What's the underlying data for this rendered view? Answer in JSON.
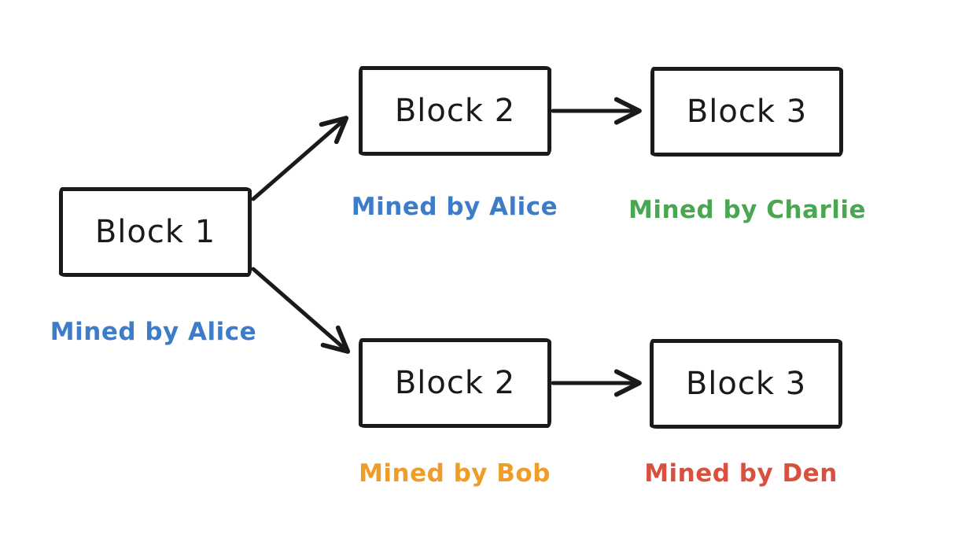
{
  "colors": {
    "stroke": "#1a1a1a",
    "blue": "#3d7cc9",
    "green": "#4ba653",
    "orange": "#ef9d27",
    "red": "#d9503f"
  },
  "blocks": {
    "block1": {
      "label": "Block 1",
      "miner": "Mined by Alice",
      "miner_color": "#3d7cc9"
    },
    "top_block2": {
      "label": "Block 2",
      "miner": "Mined by Alice",
      "miner_color": "#3d7cc9"
    },
    "top_block3": {
      "label": "Block 3",
      "miner": "Mined by Charlie",
      "miner_color": "#4ba653"
    },
    "bottom_block2": {
      "label": "Block 2",
      "miner": "Mined by Bob",
      "miner_color": "#ef9d27"
    },
    "bottom_block3": {
      "label": "Block 3",
      "miner": "Mined by Den",
      "miner_color": "#d9503f"
    }
  }
}
